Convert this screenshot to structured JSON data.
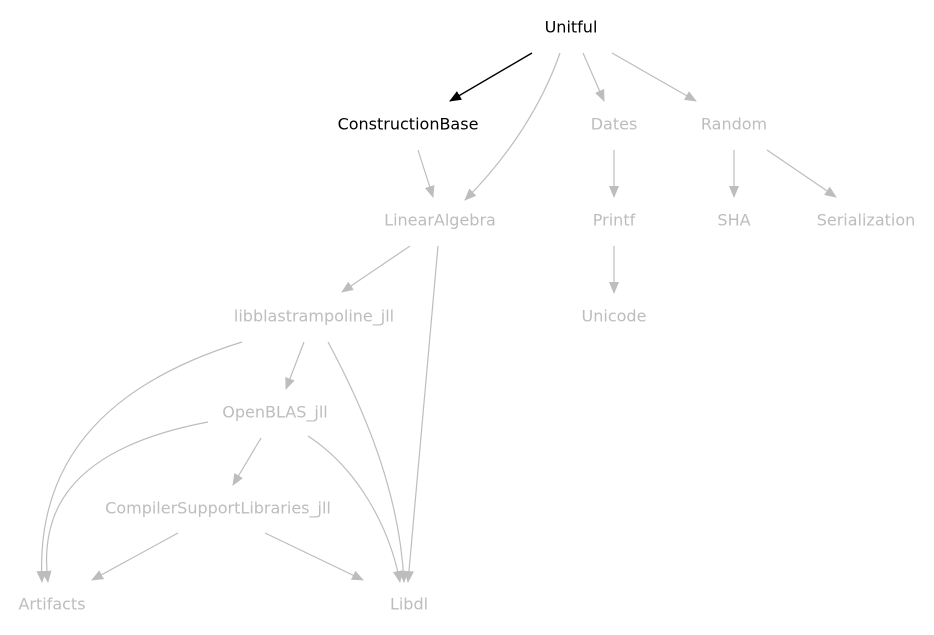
{
  "colors": {
    "highlight": "#000000",
    "dimmed": "#bdbdbd",
    "background": "#ffffff"
  },
  "nodes": [
    {
      "id": "unitful",
      "label": "Unitful",
      "highlighted": true
    },
    {
      "id": "constructionbase",
      "label": "ConstructionBase",
      "highlighted": true
    },
    {
      "id": "dates",
      "label": "Dates",
      "highlighted": false
    },
    {
      "id": "random",
      "label": "Random",
      "highlighted": false
    },
    {
      "id": "linearalgebra",
      "label": "LinearAlgebra",
      "highlighted": false
    },
    {
      "id": "printf",
      "label": "Printf",
      "highlighted": false
    },
    {
      "id": "sha",
      "label": "SHA",
      "highlighted": false
    },
    {
      "id": "serialization",
      "label": "Serialization",
      "highlighted": false
    },
    {
      "id": "libblastrampoline",
      "label": "libblastrampoline_jll",
      "highlighted": false
    },
    {
      "id": "unicode",
      "label": "Unicode",
      "highlighted": false
    },
    {
      "id": "openblas",
      "label": "OpenBLAS_jll",
      "highlighted": false
    },
    {
      "id": "compilersupport",
      "label": "CompilerSupportLibraries_jll",
      "highlighted": false
    },
    {
      "id": "artifacts",
      "label": "Artifacts",
      "highlighted": false
    },
    {
      "id": "libdl",
      "label": "Libdl",
      "highlighted": false
    }
  ],
  "edges": [
    {
      "from": "unitful",
      "to": "constructionbase",
      "highlighted": true
    },
    {
      "from": "unitful",
      "to": "linearalgebra",
      "highlighted": false
    },
    {
      "from": "unitful",
      "to": "dates",
      "highlighted": false
    },
    {
      "from": "unitful",
      "to": "random",
      "highlighted": false
    },
    {
      "from": "constructionbase",
      "to": "linearalgebra",
      "highlighted": false
    },
    {
      "from": "dates",
      "to": "printf",
      "highlighted": false
    },
    {
      "from": "random",
      "to": "sha",
      "highlighted": false
    },
    {
      "from": "random",
      "to": "serialization",
      "highlighted": false
    },
    {
      "from": "linearalgebra",
      "to": "libblastrampoline",
      "highlighted": false
    },
    {
      "from": "linearalgebra",
      "to": "libdl",
      "highlighted": false
    },
    {
      "from": "printf",
      "to": "unicode",
      "highlighted": false
    },
    {
      "from": "libblastrampoline",
      "to": "openblas",
      "highlighted": false
    },
    {
      "from": "libblastrampoline",
      "to": "artifacts",
      "highlighted": false
    },
    {
      "from": "libblastrampoline",
      "to": "libdl",
      "highlighted": false
    },
    {
      "from": "openblas",
      "to": "compilersupport",
      "highlighted": false
    },
    {
      "from": "openblas",
      "to": "artifacts",
      "highlighted": false
    },
    {
      "from": "openblas",
      "to": "libdl",
      "highlighted": false
    },
    {
      "from": "compilersupport",
      "to": "artifacts",
      "highlighted": false
    },
    {
      "from": "compilersupport",
      "to": "libdl",
      "highlighted": false
    }
  ]
}
